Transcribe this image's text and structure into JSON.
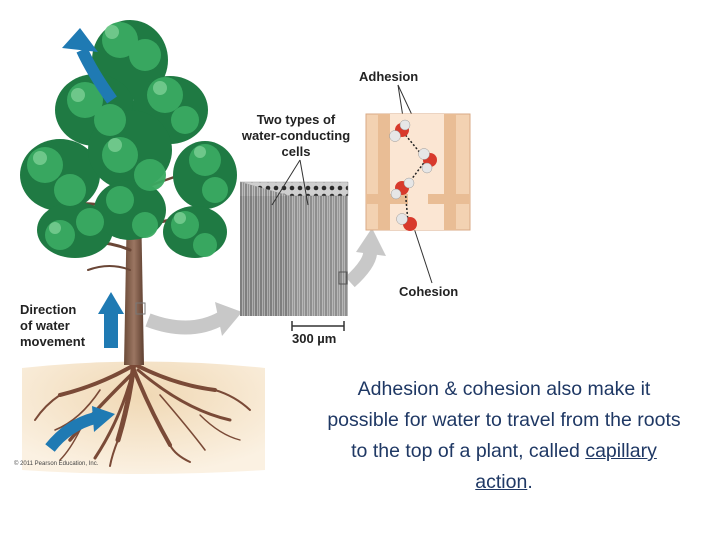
{
  "labels": {
    "adhesion": "Adhesion",
    "two_types_line1": "Two types of",
    "two_types_line2": "water-conducting",
    "two_types_line3": "cells",
    "cohesion": "Cohesion",
    "scale_bar": "300 µm",
    "direction_line1": "Direction",
    "direction_line2": "of water",
    "direction_line3": "movement",
    "copyright": "© 2011 Pearson Education, Inc."
  },
  "caption": {
    "before": "Adhesion & cohesion also make it possible for water to travel from the roots to the top of a plant, called ",
    "term": "capillary action",
    "after": "."
  },
  "colors": {
    "arrow_blue": "#1f7ab3",
    "arrow_gray": "#c8c8c8",
    "foliage": "#2f9a55",
    "cell_tan": "#f3d2b2",
    "caption_text": "#1f3864"
  }
}
